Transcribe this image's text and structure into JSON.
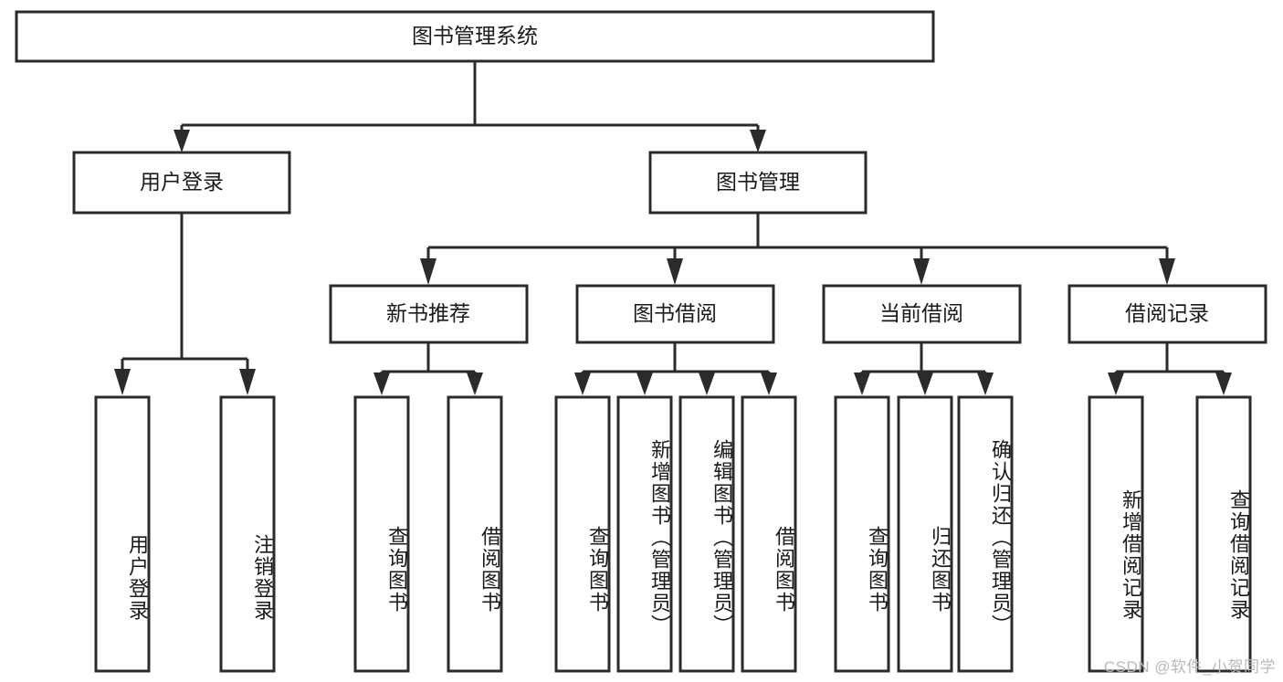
{
  "diagram": {
    "type": "tree-hierarchy",
    "title": "图书管理系统",
    "orientation": "top-down",
    "watermark": "CSDN @软件_小贺同学",
    "colors": {
      "box_stroke": "#2b2b2b",
      "box_fill": "#ffffff",
      "connector": "#2b2b2b",
      "text": "#1a1a1a",
      "background": "#ffffff",
      "watermark": "#b9b9b9"
    },
    "nodes": {
      "root": {
        "label": "图书管理系统",
        "level": 0
      },
      "level1": [
        {
          "id": "user-login",
          "label": "用户登录"
        },
        {
          "id": "book-management",
          "label": "图书管理"
        }
      ],
      "level2": [
        {
          "id": "new-book-recommend",
          "label": "新书推荐",
          "parent": "book-management"
        },
        {
          "id": "book-borrow",
          "label": "图书借阅",
          "parent": "book-management"
        },
        {
          "id": "current-borrow",
          "label": "当前借阅",
          "parent": "book-management"
        },
        {
          "id": "borrow-record",
          "label": "借阅记录",
          "parent": "book-management"
        }
      ],
      "leaves": {
        "user-login": [
          {
            "id": "leaf-user-login",
            "label": "用户登录"
          },
          {
            "id": "leaf-user-logout",
            "label": "注销登录"
          }
        ],
        "new-book-recommend": [
          {
            "id": "leaf-query-book-1",
            "label": "查询图书"
          },
          {
            "id": "leaf-borrow-book-1",
            "label": "借阅图书"
          }
        ],
        "book-borrow": [
          {
            "id": "leaf-query-book-2",
            "label": "查询图书"
          },
          {
            "id": "leaf-add-book",
            "label": "新增图书（管理员）"
          },
          {
            "id": "leaf-edit-book",
            "label": "编辑图书（管理员）"
          },
          {
            "id": "leaf-borrow-book-2",
            "label": "借阅图书"
          }
        ],
        "current-borrow": [
          {
            "id": "leaf-query-book-3",
            "label": "查询图书"
          },
          {
            "id": "leaf-return-book",
            "label": "归还图书"
          },
          {
            "id": "leaf-confirm-return",
            "label": "确认归还（管理员）"
          }
        ],
        "borrow-record": [
          {
            "id": "leaf-add-record",
            "label": "新增借阅记录"
          },
          {
            "id": "leaf-query-record",
            "label": "查询借阅记录"
          }
        ]
      }
    }
  }
}
